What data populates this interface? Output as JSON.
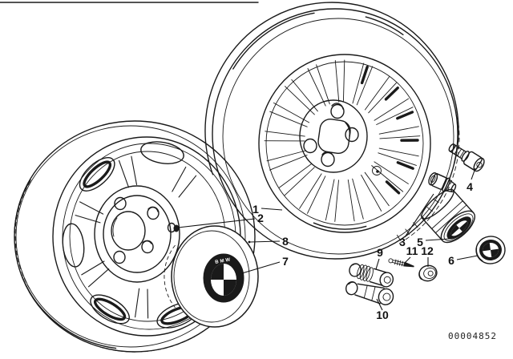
{
  "doc_number": "00004852",
  "hubcap_emblem_text": "BMW",
  "colors": {
    "ink": "#1a1a1a",
    "paper": "#ffffff"
  },
  "callouts": {
    "c1": "1",
    "c2": "2",
    "c3": "3",
    "c4": "4",
    "c5": "5",
    "c6": "6",
    "c7": "7",
    "c8": "8",
    "c9": "9",
    "c10": "10",
    "c11": "11",
    "c12": "12"
  }
}
